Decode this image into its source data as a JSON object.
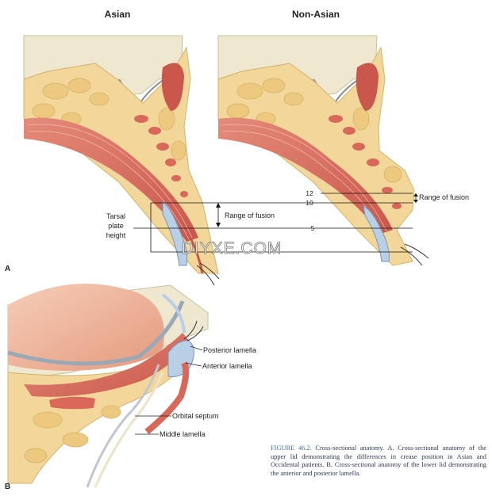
{
  "panel_a": {
    "panel_letter": "A",
    "asian_title": "Asian",
    "non_asian_title": "Non-Asian",
    "tarsal_label": [
      "Tarsal",
      "plate",
      "height"
    ],
    "range_fusion_left": "Range of fusion",
    "range_fusion_right": "Range of fusion",
    "level_12": "12",
    "level_10": "10",
    "level_5": "5",
    "watermark": "DIYXE.COM"
  },
  "panel_b": {
    "panel_letter": "B",
    "labels": {
      "posterior_lamella": "Posterior lamella",
      "anterior_lamella": "Anterior lamella",
      "orbital_septum": "Orbital septum",
      "middle_lamella": "Middle lamella"
    }
  },
  "caption": {
    "figure_label": "FIGURE 46.2.",
    "text": "Cross-sectional anatomy. A. Cross-sectional anatomy of the upper lid demonstrating the differences in crease position in Asian and Occidental patients. B. Cross-sectional anatomy of the lower lid demonstrating the anterior and posterior lamella."
  },
  "colors": {
    "fat": "#f3d79a",
    "fat_lobule": "#e9c77e",
    "muscle": "#d9675a",
    "muscle_light": "#e8a08e",
    "bone": "#efe7cf",
    "globe": "#f2b8a0",
    "tarsus": "#b9cfe6",
    "text": "#222222",
    "caption_text": "#2b3a55"
  }
}
